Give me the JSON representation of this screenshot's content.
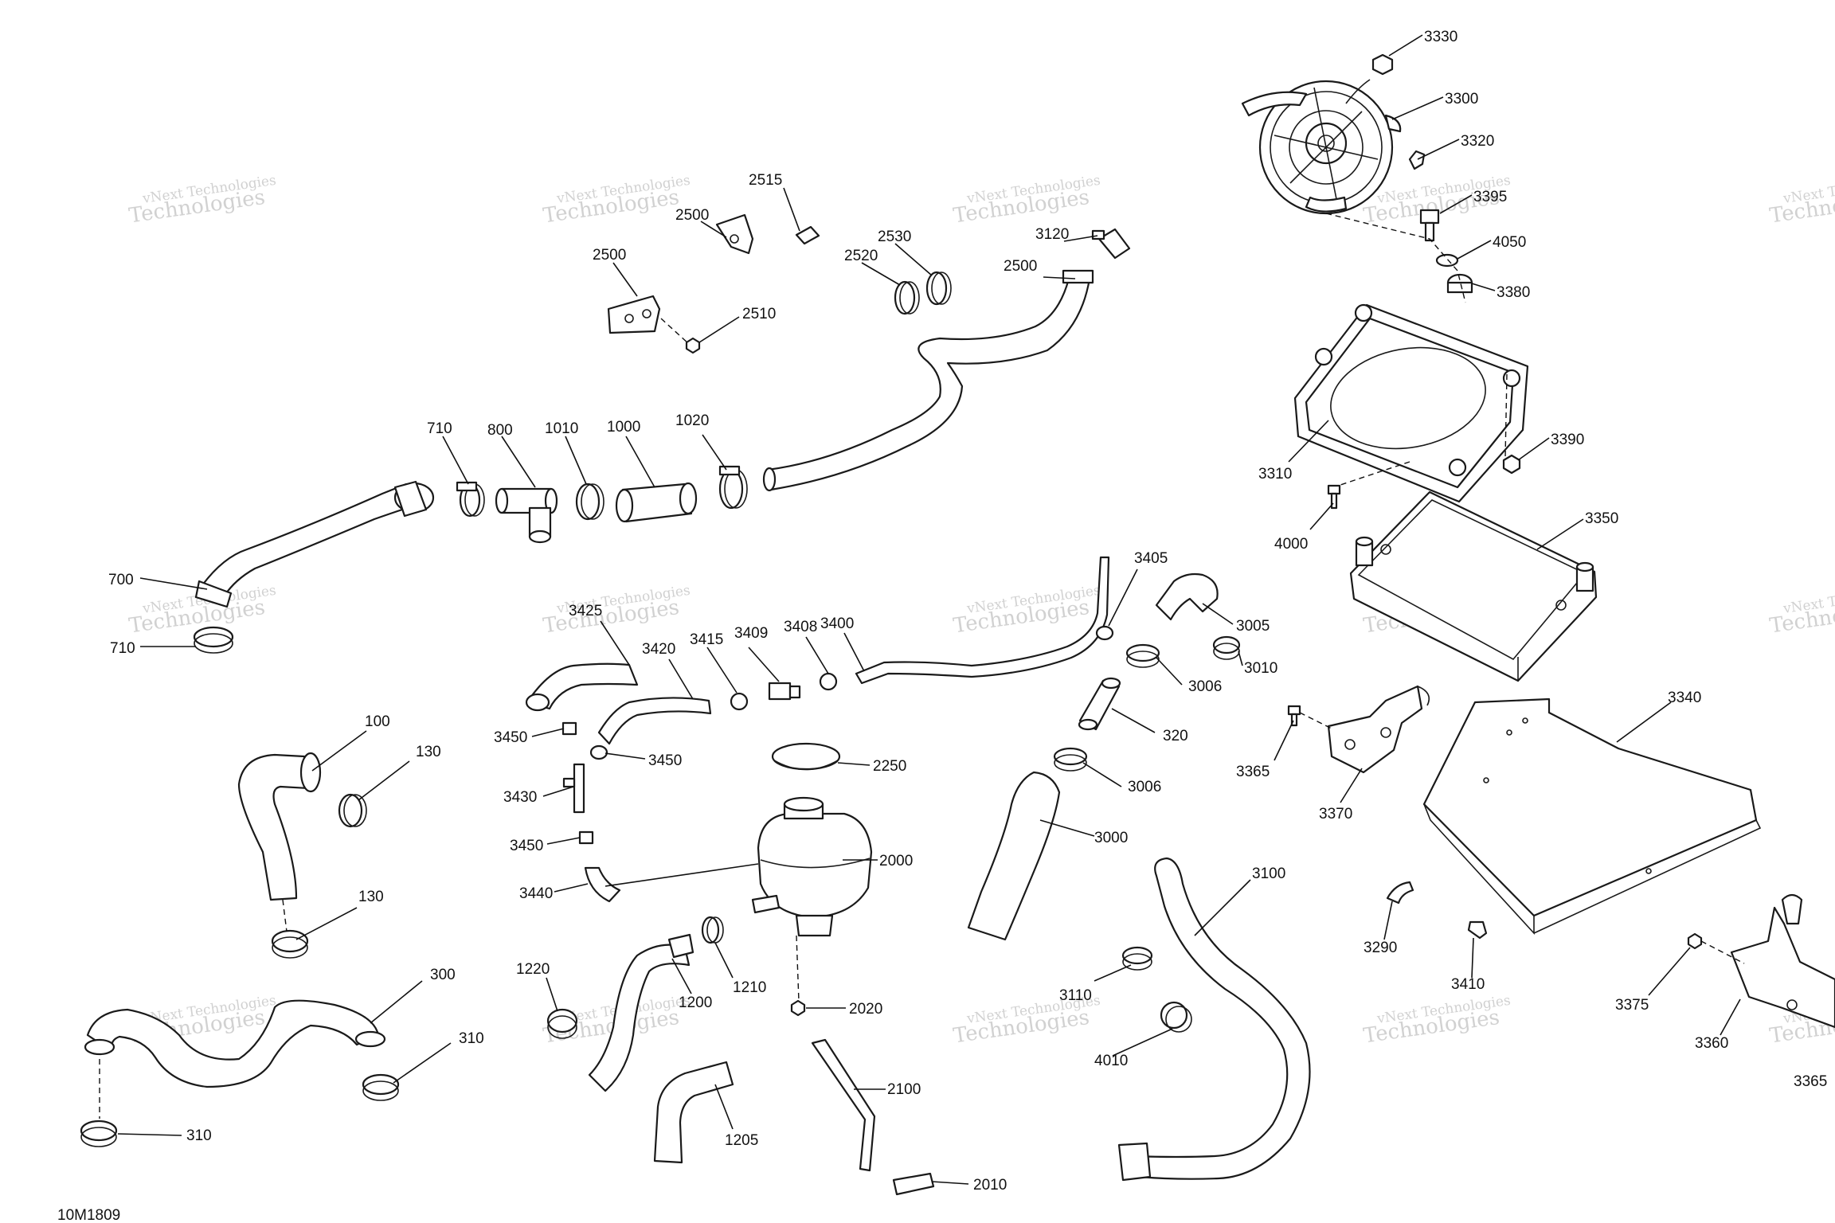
{
  "drawing_number": "10M1809",
  "watermark": {
    "line1": "vNext Technologies",
    "line2": "Technologies"
  },
  "callouts": [
    {
      "id": "c3330",
      "text": "3330"
    },
    {
      "id": "c3300",
      "text": "3300"
    },
    {
      "id": "c3320",
      "text": "3320"
    },
    {
      "id": "c3395",
      "text": "3395"
    },
    {
      "id": "c4050",
      "text": "4050"
    },
    {
      "id": "c3380",
      "text": "3380"
    },
    {
      "id": "c3390",
      "text": "3390"
    },
    {
      "id": "c3310",
      "text": "3310"
    },
    {
      "id": "c4000",
      "text": "4000"
    },
    {
      "id": "c3350",
      "text": "3350"
    },
    {
      "id": "c3340",
      "text": "3340"
    },
    {
      "id": "c3365a",
      "text": "3365"
    },
    {
      "id": "c3370",
      "text": "3370"
    },
    {
      "id": "c3290",
      "text": "3290"
    },
    {
      "id": "c3410",
      "text": "3410"
    },
    {
      "id": "c3375",
      "text": "3375"
    },
    {
      "id": "c3360",
      "text": "3360"
    },
    {
      "id": "c3365b",
      "text": "3365"
    },
    {
      "id": "c2515",
      "text": "2515"
    },
    {
      "id": "c2500a",
      "text": "2500"
    },
    {
      "id": "c2500b",
      "text": "2500"
    },
    {
      "id": "c2510",
      "text": "2510"
    },
    {
      "id": "c2530",
      "text": "2530"
    },
    {
      "id": "c2520",
      "text": "2520"
    },
    {
      "id": "c3120",
      "text": "3120"
    },
    {
      "id": "c2500c",
      "text": "2500"
    },
    {
      "id": "c710a",
      "text": "710"
    },
    {
      "id": "c800",
      "text": "800"
    },
    {
      "id": "c1010",
      "text": "1010"
    },
    {
      "id": "c1000",
      "text": "1000"
    },
    {
      "id": "c1020",
      "text": "1020"
    },
    {
      "id": "c700",
      "text": "700"
    },
    {
      "id": "c710b",
      "text": "710"
    },
    {
      "id": "c3425",
      "text": "3425"
    },
    {
      "id": "c3420",
      "text": "3420"
    },
    {
      "id": "c3415",
      "text": "3415"
    },
    {
      "id": "c3409",
      "text": "3409"
    },
    {
      "id": "c3408",
      "text": "3408"
    },
    {
      "id": "c3400",
      "text": "3400"
    },
    {
      "id": "c3405",
      "text": "3405"
    },
    {
      "id": "c3005",
      "text": "3005"
    },
    {
      "id": "c3010",
      "text": "3010"
    },
    {
      "id": "c3006a",
      "text": "3006"
    },
    {
      "id": "c320",
      "text": "320"
    },
    {
      "id": "c3006b",
      "text": "3006"
    },
    {
      "id": "c3000",
      "text": "3000"
    },
    {
      "id": "c100",
      "text": "100"
    },
    {
      "id": "c130a",
      "text": "130"
    },
    {
      "id": "c130b",
      "text": "130"
    },
    {
      "id": "c3450a",
      "text": "3450"
    },
    {
      "id": "c3450b",
      "text": "3450"
    },
    {
      "id": "c3430",
      "text": "3430"
    },
    {
      "id": "c3450c",
      "text": "3450"
    },
    {
      "id": "c3440",
      "text": "3440"
    },
    {
      "id": "c2250",
      "text": "2250"
    },
    {
      "id": "c2000",
      "text": "2000"
    },
    {
      "id": "c1220",
      "text": "1220"
    },
    {
      "id": "c1200",
      "text": "1200"
    },
    {
      "id": "c1210",
      "text": "1210"
    },
    {
      "id": "c2020",
      "text": "2020"
    },
    {
      "id": "c3100",
      "text": "3100"
    },
    {
      "id": "c3110",
      "text": "3110"
    },
    {
      "id": "c4010",
      "text": "4010"
    },
    {
      "id": "c300",
      "text": "300"
    },
    {
      "id": "c310a",
      "text": "310"
    },
    {
      "id": "c310b",
      "text": "310"
    },
    {
      "id": "c2100",
      "text": "2100"
    },
    {
      "id": "c1205",
      "text": "1205"
    },
    {
      "id": "c2010",
      "text": "2010"
    }
  ]
}
